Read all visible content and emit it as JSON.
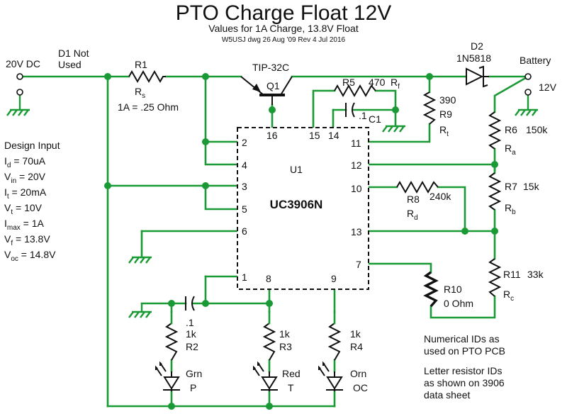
{
  "title": "PTO Charge Float 12V",
  "subtitle": "Values for 1A Charge, 13.8V Float",
  "credit": "W5USJ dwg  26 Aug '09 Rev 4 Jul 2016",
  "input_label": "20V DC",
  "d1_label": [
    "D1 Not",
    "Used"
  ],
  "r1": {
    "name": "R1",
    "sym": "R",
    "sub": "s",
    "value": "1A = .25 Ohm"
  },
  "q1": {
    "type": "TIP-32C",
    "name": "Q1"
  },
  "r5": {
    "name": "R5",
    "value": "470",
    "sym": "R",
    "sub": "f"
  },
  "c1": {
    "value": ".1",
    "name": "C1"
  },
  "d2": {
    "name": "D2",
    "part": "1N5818"
  },
  "battery": {
    "label": "Battery",
    "voltage": "12V"
  },
  "r9": {
    "value": "390",
    "name": "R9",
    "sym": "R",
    "sub": "t"
  },
  "r6": {
    "name": "R6",
    "value": "150k",
    "sym": "R",
    "sub": "a"
  },
  "r7": {
    "name": "R7",
    "value": "15k",
    "sym": "R",
    "sub": "b"
  },
  "r8": {
    "name": "R8",
    "value": "240k",
    "sym": "R",
    "sub": "d"
  },
  "r11": {
    "name": "R11",
    "value": "33k",
    "sym": "R",
    "sub": "c"
  },
  "r10": {
    "name": "R10",
    "value": "0 Ohm"
  },
  "ic": {
    "name": "U1",
    "part": "UC3906N"
  },
  "pins": [
    "1",
    "2",
    "3",
    "4",
    "5",
    "6",
    "7",
    "8",
    "9",
    "10",
    "11",
    "12",
    "13",
    "14",
    "15",
    "16"
  ],
  "design_input": {
    "heading": "Design Input",
    "lines": [
      {
        "sym": "I",
        "sub": "d",
        "val": " = 70uA"
      },
      {
        "sym": "V",
        "sub": "in",
        "val": " = 20V"
      },
      {
        "sym": "I",
        "sub": "t",
        "val": " = 20mA"
      },
      {
        "sym": "V",
        "sub": "t",
        "val": " = 10V"
      },
      {
        "sym": "I",
        "sub": "max",
        "val": " = 1A"
      },
      {
        "sym": "V",
        "sub": "f",
        "val": " = 13.8V"
      },
      {
        "sym": "V",
        "sub": "oc",
        "val": " = 14.8V"
      }
    ]
  },
  "cap_bottom": {
    "value": ".1"
  },
  "r2": {
    "value": "1k",
    "name": "R2"
  },
  "r3": {
    "value": "1k",
    "name": "R3"
  },
  "r4": {
    "value": "1k",
    "name": "R4"
  },
  "leds": [
    {
      "color": "Grn",
      "sig": "P"
    },
    {
      "color": "Red",
      "sig": "T"
    },
    {
      "color": "Orn",
      "sig": "OC"
    }
  ],
  "notes": [
    "Numerical IDs as",
    "used on PTO PCB",
    "Letter resistor IDs",
    "as shown on 3906",
    "data sheet"
  ],
  "colors": {
    "wire": "#1a9a35",
    "component": "#111111",
    "background": "#ffffff"
  }
}
